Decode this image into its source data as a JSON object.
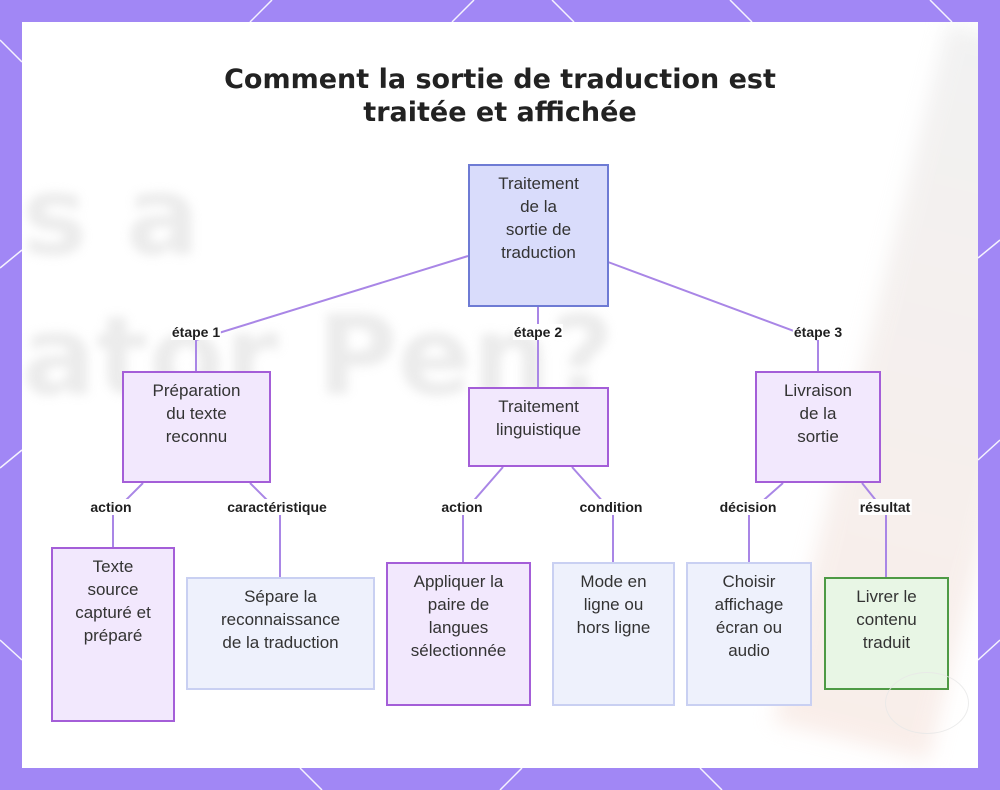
{
  "title": {
    "line1": "Comment la sortie de traduction est",
    "line2": "traitée et affichée"
  },
  "background_text": {
    "line1": "s a",
    "line2": "ator Pen?"
  },
  "nodes": {
    "root": {
      "lines": [
        "Traitement",
        "de la",
        "sortie de",
        "traduction"
      ]
    },
    "prep": {
      "lines": [
        "Préparation",
        "du texte",
        "reconnu"
      ]
    },
    "ling": {
      "lines": [
        "Traitement",
        "linguistique"
      ]
    },
    "livr": {
      "lines": [
        "Livraison",
        "de la",
        "sortie"
      ]
    },
    "texte": {
      "lines": [
        "Texte",
        "source",
        "capturé et",
        "préparé"
      ]
    },
    "separe": {
      "lines": [
        "Sépare la",
        "reconnaissance",
        "de la traduction"
      ]
    },
    "appliquer": {
      "lines": [
        "Appliquer la",
        "paire de",
        "langues",
        "sélectionnée"
      ]
    },
    "mode": {
      "lines": [
        "Mode en",
        "ligne ou",
        "hors ligne"
      ]
    },
    "choisir": {
      "lines": [
        "Choisir",
        "affichage",
        "écran ou",
        "audio"
      ]
    },
    "livrer": {
      "lines": [
        "Livrer le",
        "contenu",
        "traduit"
      ]
    }
  },
  "edge_labels": {
    "etape1": "étape 1",
    "etape2": "étape 2",
    "etape3": "étape 3",
    "action1": "action",
    "caracteristique": "caractéristique",
    "action2": "action",
    "condition": "condition",
    "decision": "décision",
    "resultat": "résultat"
  },
  "colors": {
    "page_background": "#a187f5",
    "edge": "#a986e6",
    "purple_fill": "#f2e8fd",
    "purple_border": "#a45ed8",
    "root_fill": "#d9dcfb",
    "root_border": "#6e7bd4",
    "light_fill": "#eef1fc",
    "green_fill": "#e8f6e5",
    "green_border": "#4e9a45"
  }
}
